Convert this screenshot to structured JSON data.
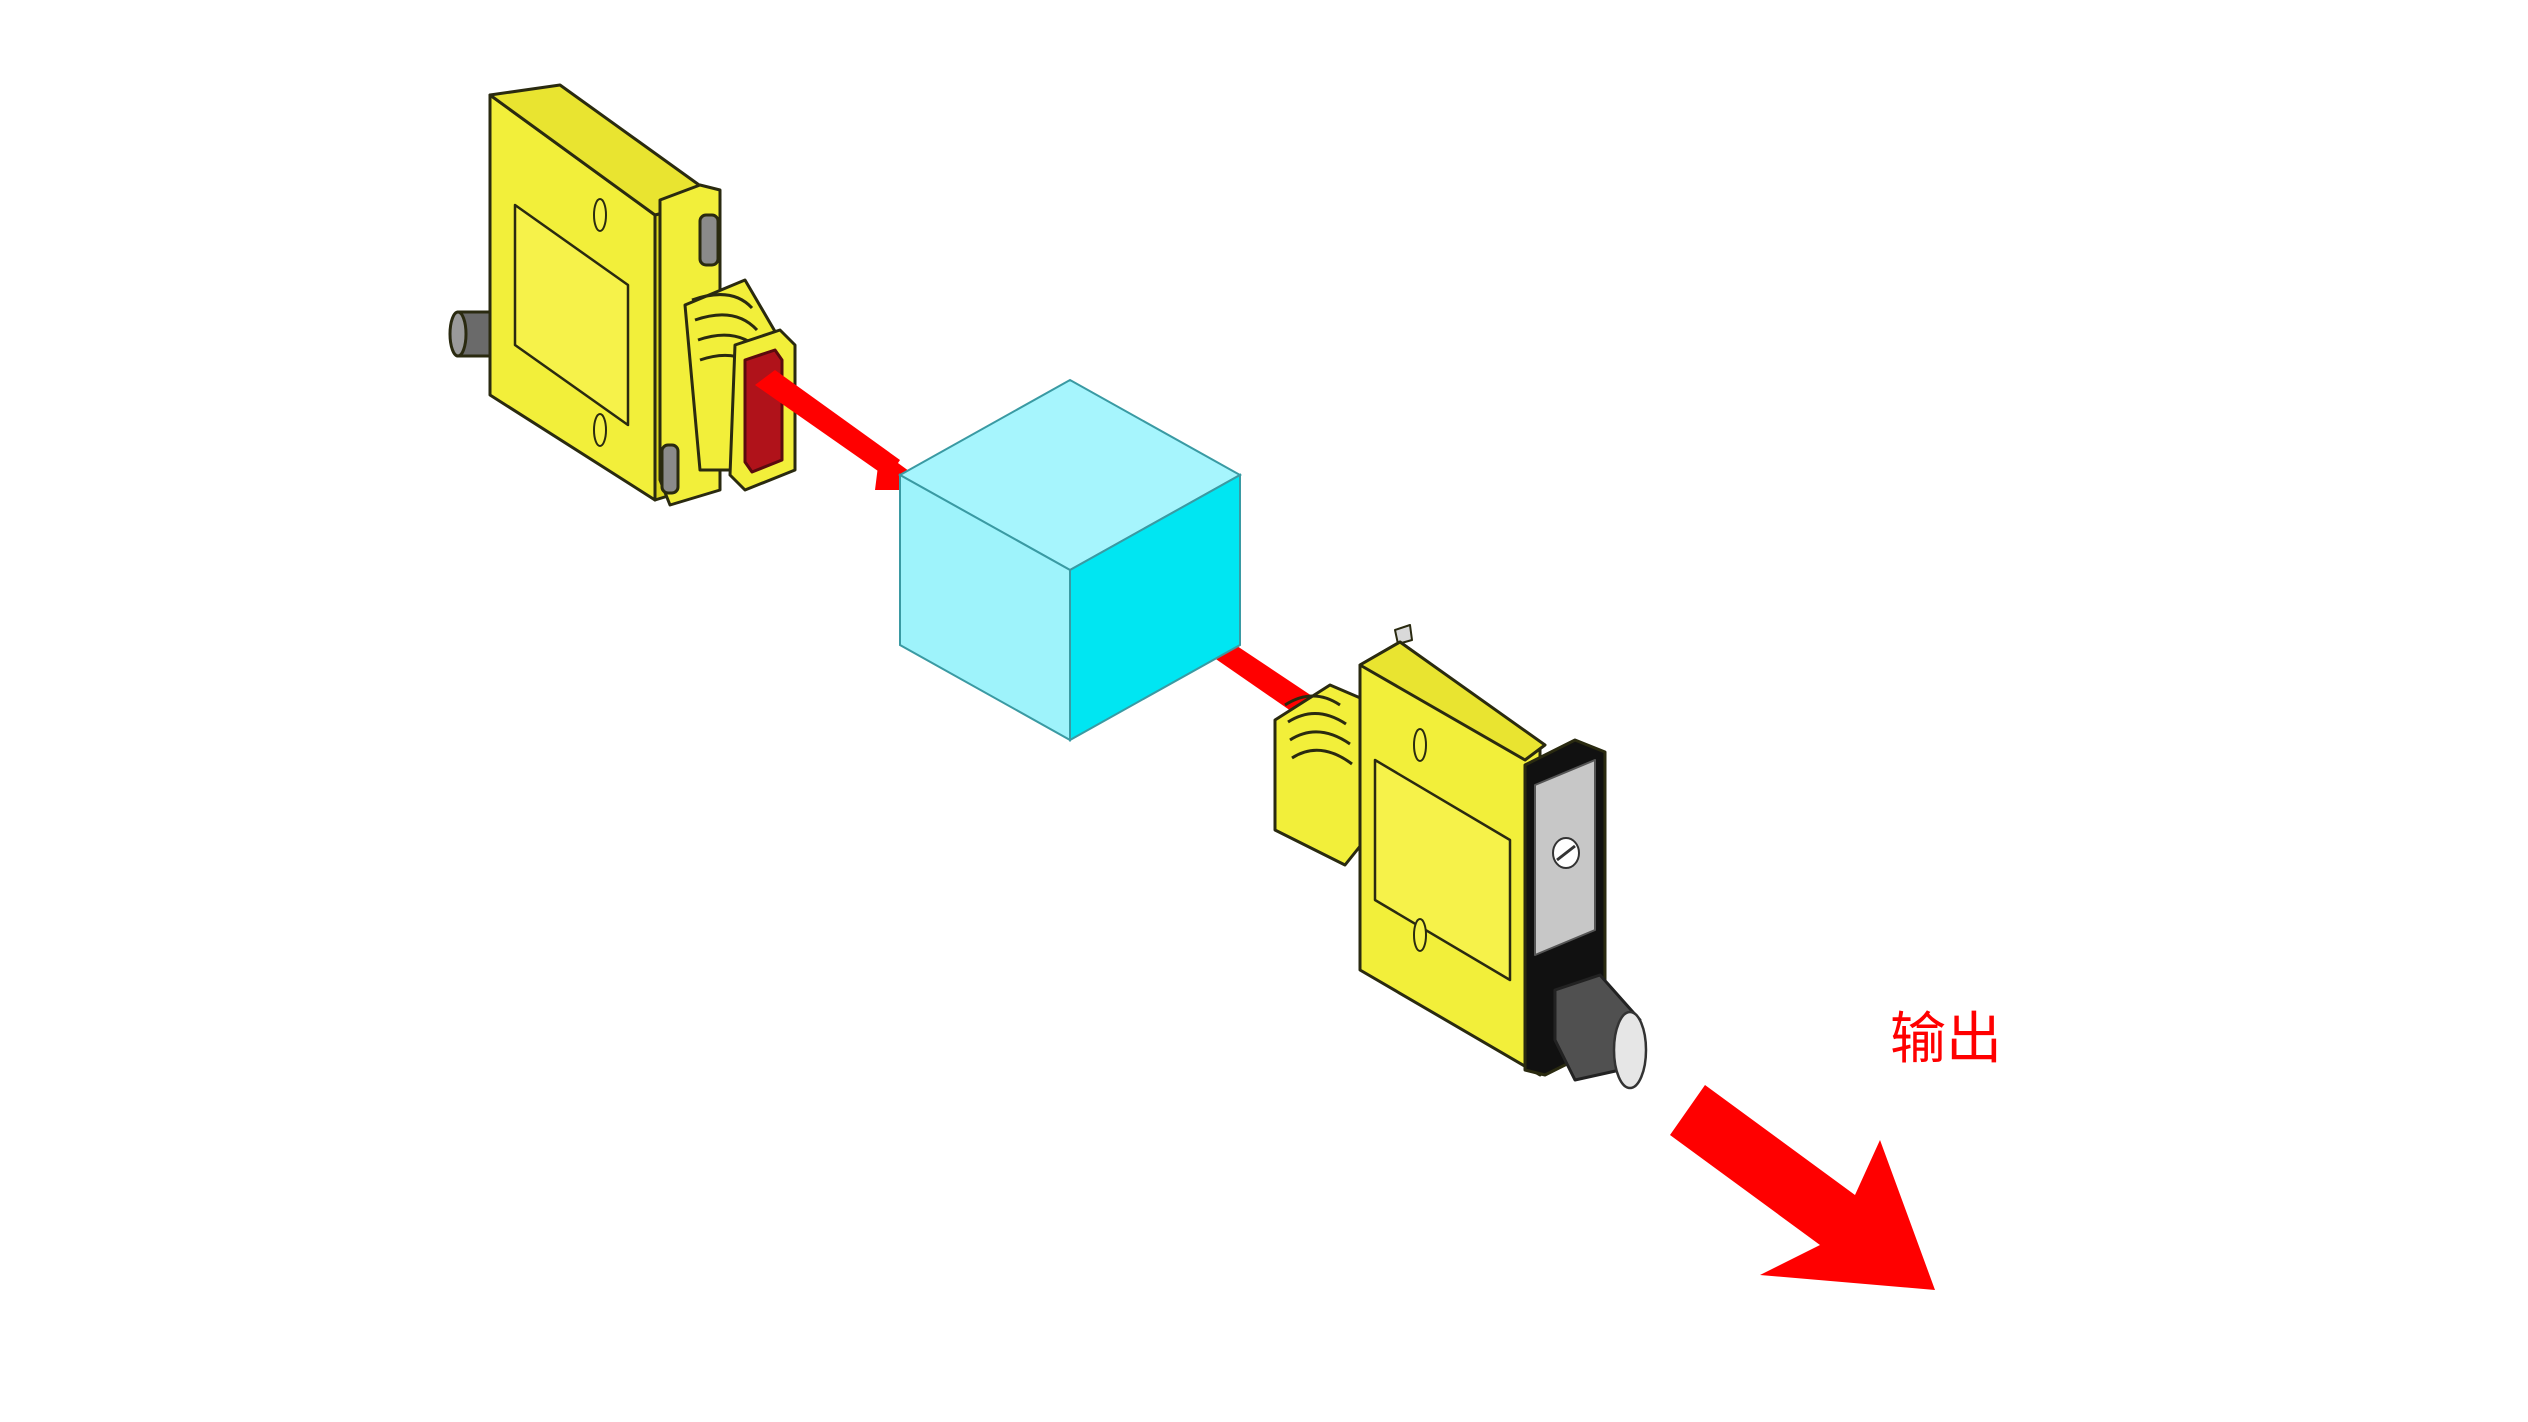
{
  "diagram": {
    "output_label": "输出",
    "colors": {
      "background": "#ffffff",
      "sensor_body": "#f2ef3a",
      "sensor_shadow": "#d8d21c",
      "sensor_outline": "#2a2a10",
      "beam": "#ff0000",
      "lens": "#b0121a",
      "cube_front": "#9ef3fb",
      "cube_top": "#a6f5fd",
      "cube_side": "#00e6f2",
      "cube_outline": "#3a9aa3",
      "bracket": "#111111",
      "bracket_plate": "#c7c7c7",
      "cable": "#505050",
      "output_arrow": "#ff0000",
      "output_label": "#ff0000"
    },
    "components": {
      "emitter": "emitter-sensor",
      "object": "object-cube",
      "receiver": "receiver-sensor",
      "output": "output-arrow"
    }
  }
}
